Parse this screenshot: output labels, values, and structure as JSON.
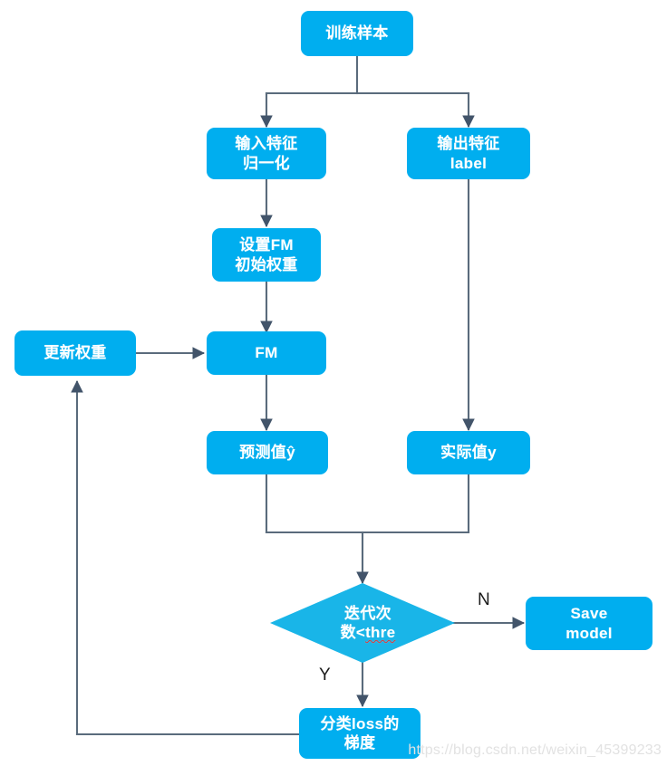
{
  "diagram": {
    "title": "FM model training flowchart",
    "colors": {
      "node_fill": "#00aeef",
      "decision_fill": "#19b5e8",
      "node_text": "#ffffff",
      "edge_stroke": "#4a5b6b",
      "background": "#ffffff",
      "spellcheck_underline": "#e03434",
      "watermark_text": "#e2e2e2"
    },
    "nodes": {
      "training_samples": {
        "label": "训练样本",
        "shape": "rounded-rect"
      },
      "input_feature": {
        "label": "输入特征\n归一化",
        "shape": "rounded-rect"
      },
      "output_feature": {
        "label": "输出特征\nlabel",
        "shape": "rounded-rect"
      },
      "init_weights": {
        "label": "设置FM\n初始权重",
        "shape": "rounded-rect"
      },
      "update_weights": {
        "label": "更新权重",
        "shape": "rounded-rect"
      },
      "fm": {
        "label": "FM",
        "shape": "rounded-rect"
      },
      "predicted_value": {
        "label": "预测值ŷ",
        "shape": "rounded-rect"
      },
      "actual_value": {
        "label": "实际值y",
        "shape": "rounded-rect"
      },
      "iteration_check": {
        "label_line1": "迭代次",
        "label_line2_prefix": "数<",
        "label_line2_spell": "thre",
        "shape": "diamond"
      },
      "save_model": {
        "label": "Save\nmodel",
        "shape": "rounded-rect"
      },
      "loss_gradient": {
        "label": "分类loss的\n梯度",
        "shape": "rounded-rect"
      }
    },
    "edge_labels": {
      "no_branch": "N",
      "yes_branch": "Y"
    },
    "watermark": "https://blog.csdn.net/weixin_45399233"
  }
}
